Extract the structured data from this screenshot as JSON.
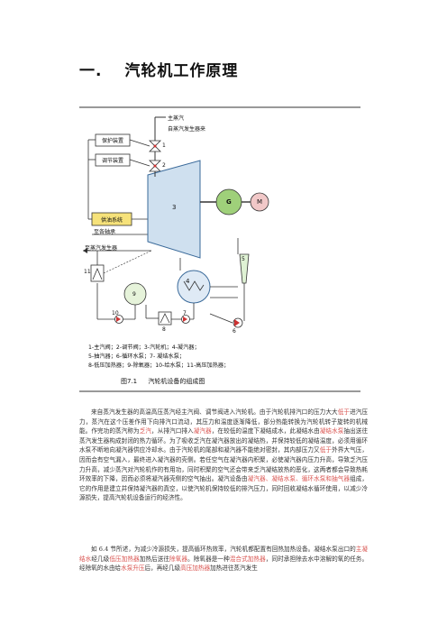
{
  "heading": {
    "number": "一.",
    "title": "汽轮机工作原理"
  },
  "figure": {
    "labels": {
      "main_steam": "主蒸汽",
      "from_generator": "自蒸汽发生器来",
      "protection": "保护装置",
      "regulating": "调节装置",
      "oil_supply": "供油系统",
      "to_bearings": "至各轴承",
      "to_steam_gen": "至蒸汽发生器",
      "turbine_num": "3",
      "generator": "G",
      "motor": "M",
      "valve1": "1",
      "valve2": "2",
      "condenser_num": "4",
      "ejector_num": "5",
      "pump6": "6",
      "pump7": "7",
      "heater8": "8",
      "deaerator9": "9",
      "pump10": "10",
      "heater11": "11"
    },
    "legend": [
      "1-主汽阀；2-调节阀；3-汽轮机；4-凝汽器；",
      "5-抽汽器；6-循环水泵；7- 凝结水泵；",
      "8-低压加热器；9-除氧器；10-给水泵；11-高压加热器；"
    ],
    "caption_num": "图7.1",
    "caption_text": "汽轮机设备的组成图"
  },
  "paragraph1": [
    {
      "t": "来自蒸汽发生器的高温高压蒸汽经主汽阀、调节阀进入汽轮机。由于汽轮机排汽口的压力大大"
    },
    {
      "t": "低于",
      "hl": true
    },
    {
      "t": "进汽压力，蒸汽在这个压差作用下向排汽口流动，其压力和温度逐渐降低，部分热能转换为汽轮机转子旋转的机械能。作完功的蒸汽称为"
    },
    {
      "t": "乏汽",
      "hl": true
    },
    {
      "t": "，从排汽口排入"
    },
    {
      "t": "凝汽器",
      "hl": true
    },
    {
      "t": "，在较低的温度下凝结成水，此凝结水由"
    },
    {
      "t": "凝结水泵",
      "hl": true
    },
    {
      "t": "抽出送往蒸汽发生器构成封闭的热力循环。为了吸收乏汽在凝汽器放出的凝结热，并保持较低的凝结温度，必须用循环水泵不断地向凝汽器供应冷却水。由于汽轮机的尾部和凝汽器不能绝对密封，其内部压力又"
    },
    {
      "t": "低于",
      "hl": true
    },
    {
      "t": "外界大气压，因而会有空气漏入，最终进入凝汽器的壳侧。若任空气在凝汽器内积聚，必使凝汽器内压力升高，导致乏汽压力升高，减少蒸汽对汽轮机作的有用功，同时积聚的空气还会带来乏汽凝结放热的恶化，这两者都会导致热耗环效率的下降，因而必须将凝汽器壳侧的空气抽出。凝汽设备由"
    },
    {
      "t": "凝汽器、凝结水泵、循环水泵和抽气器",
      "hl": true
    },
    {
      "t": "组成，它的作用是建立并保持凝汽器的真空，以使汽轮机保持较低的排汽压力，同时回收凝结水循环使用，以减少冷源损失，提高汽轮机设备运行的经济性。"
    }
  ],
  "paragraph2": [
    {
      "t": "如 6.4 节所述，为减少冷源损失，提高循环热效率，汽轮机都配置有回热加热设备。凝结水泵出口的"
    },
    {
      "t": "主凝结水",
      "hl": true
    },
    {
      "t": "经几级"
    },
    {
      "t": "低压加热器",
      "hl": true
    },
    {
      "t": "加热后送往"
    },
    {
      "t": "除氧器",
      "hl": true
    },
    {
      "t": "。除氧器是一种"
    },
    {
      "t": "混合式加热器",
      "hl": true
    },
    {
      "t": "，同时承担除去水中溶解的氧的任务。经除氧的水由给"
    },
    {
      "t": "水泵升压",
      "hl": true
    },
    {
      "t": "后，再经几级"
    },
    {
      "t": "高压加热器",
      "hl": true
    },
    {
      "t": "加热进往蒸汽发生"
    }
  ]
}
